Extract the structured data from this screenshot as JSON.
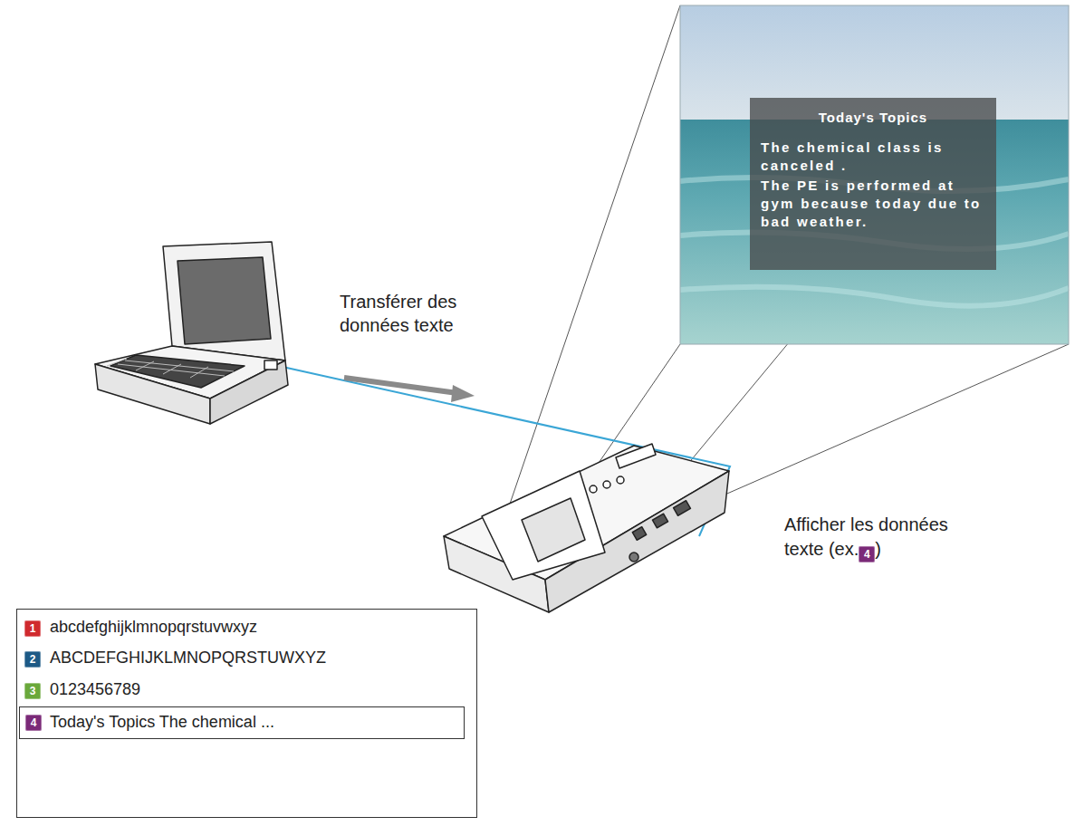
{
  "diagram": {
    "nodes": [
      {
        "text": [
          "Today's Topics",
          "The chemical class is canceled .",
          "The PE is performed at gym because today due to bad weather."
        ]
      },
      {
        "text": [
          "4"
        ]
      },
      {
        "text": [
          "abcdefghijklmnopqrstuvwxyz",
          "ABCDEFGHIJKLMNOPQRSTUWXYZ",
          "0123456789"
        ]
      },
      {
        "text": [
          "1"
        ],
        "in": 2
      },
      {
        "text": [
          "2"
        ],
        "in": 2
      },
      {
        "text": [
          "3"
        ],
        "in": 2
      },
      {
        "text": [
          "Today's Topics The chemical ..."
        ],
        "in": 2
      },
      {
        "text": [
          "4"
        ],
        "in": 6
      }
    ],
    "labels": [
      "Transférer des données texte",
      "Afficher les données texte (ex.",
      ")"
    ]
  }
}
